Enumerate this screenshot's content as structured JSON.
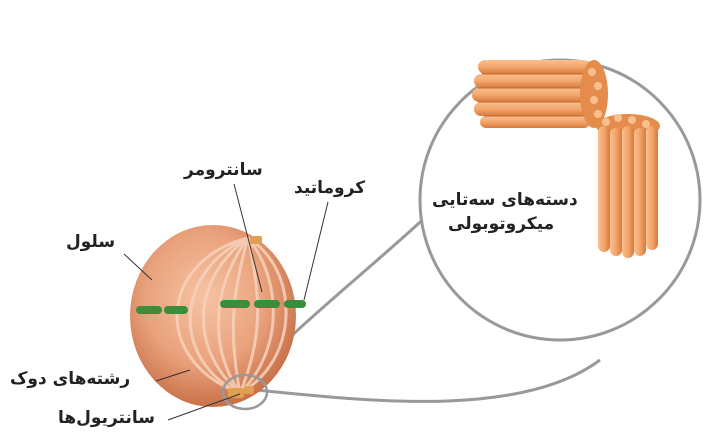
{
  "diagram": {
    "labels": {
      "cell": "سلول",
      "centromere": "سانترومر",
      "chromatid": "کروماتید",
      "spindle_fibers": "رشته‌های دوک",
      "centrioles": "سانتریول‌ها",
      "triplets_line1": "دسته‌های سه‌تایی",
      "triplets_line2": "میکروتوبولی"
    },
    "colors": {
      "cell_fill": "#e9a27c",
      "cell_edge": "#c9714a",
      "fiber": "#f7d2bb",
      "chromosome": "#3b8d3a",
      "centriole": "#e0a050",
      "microtubule": "#f3a66b",
      "microtubule_dark": "#d67a3c",
      "lens_outline": "#999999",
      "leader_line": "#333333"
    }
  }
}
